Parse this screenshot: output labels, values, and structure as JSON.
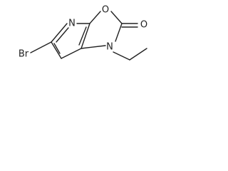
{
  "molecule": {
    "atoms": {
      "n_pyridine": "N",
      "o_ring": "O",
      "o_carbonyl": "O",
      "n_amide": "N",
      "bromine": "Br"
    }
  }
}
